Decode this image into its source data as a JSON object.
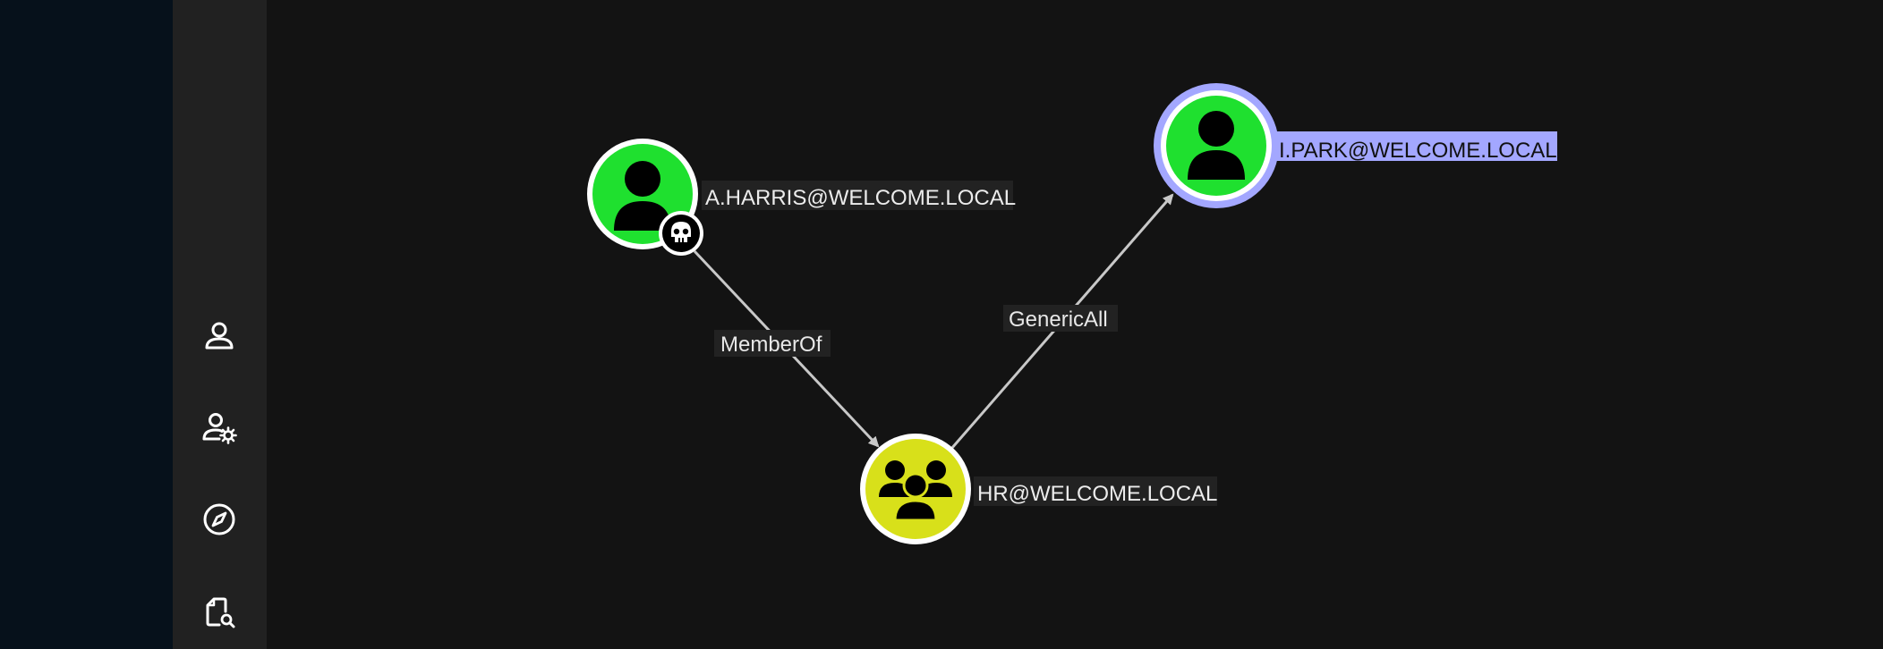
{
  "sidebar": {
    "items": [
      {
        "name": "user-icon"
      },
      {
        "name": "user-settings-icon"
      },
      {
        "name": "compass-icon"
      },
      {
        "name": "file-search-icon"
      }
    ]
  },
  "graph": {
    "nodes": {
      "a_harris": {
        "label": "A.HARRIS@WELCOME.LOCAL",
        "type": "user",
        "color": "#1fe02f",
        "owned": true,
        "selected": false
      },
      "hr": {
        "label": "HR@WELCOME.LOCAL",
        "type": "group",
        "color": "#d8e01a",
        "owned": false,
        "selected": false
      },
      "i_park": {
        "label": "I.PARK@WELCOME.LOCAL",
        "type": "user",
        "color": "#1fe02f",
        "owned": false,
        "selected": true
      }
    },
    "edges": {
      "memberof": {
        "label": "MemberOf",
        "from": "A.HARRIS@WELCOME.LOCAL",
        "to": "HR@WELCOME.LOCAL"
      },
      "genericall": {
        "label": "GenericAll",
        "from": "HR@WELCOME.LOCAL",
        "to": "I.PARK@WELCOME.LOCAL"
      }
    },
    "colors": {
      "selected_highlight": "#a3a7ff",
      "edge": "#c8c8c8",
      "label_bg": "#222222"
    }
  }
}
